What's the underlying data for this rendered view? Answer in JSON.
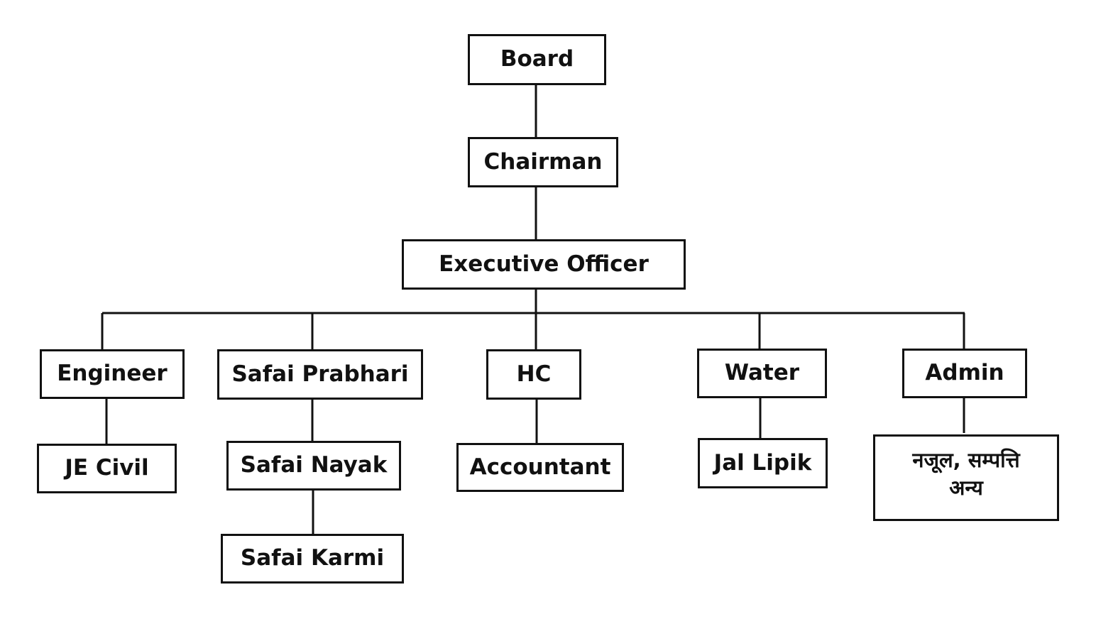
{
  "nodes": {
    "board": "Board",
    "chairman": "Chairman",
    "executive_officer": "Executive Officer",
    "engineer": "Engineer",
    "safai_prabhari": "Safai Prabhari",
    "hc": "HC",
    "water": "Water",
    "admin": "Admin",
    "je_civil": "JE Civil",
    "safai_nayak": "Safai Nayak",
    "safai_karmi": "Safai Karmi",
    "accountant": "Accountant",
    "jal_lipik": "Jal Lipik",
    "admin_sub_line1": "नजूल, सम्पत्ति",
    "admin_sub_line2": "अन्य"
  }
}
